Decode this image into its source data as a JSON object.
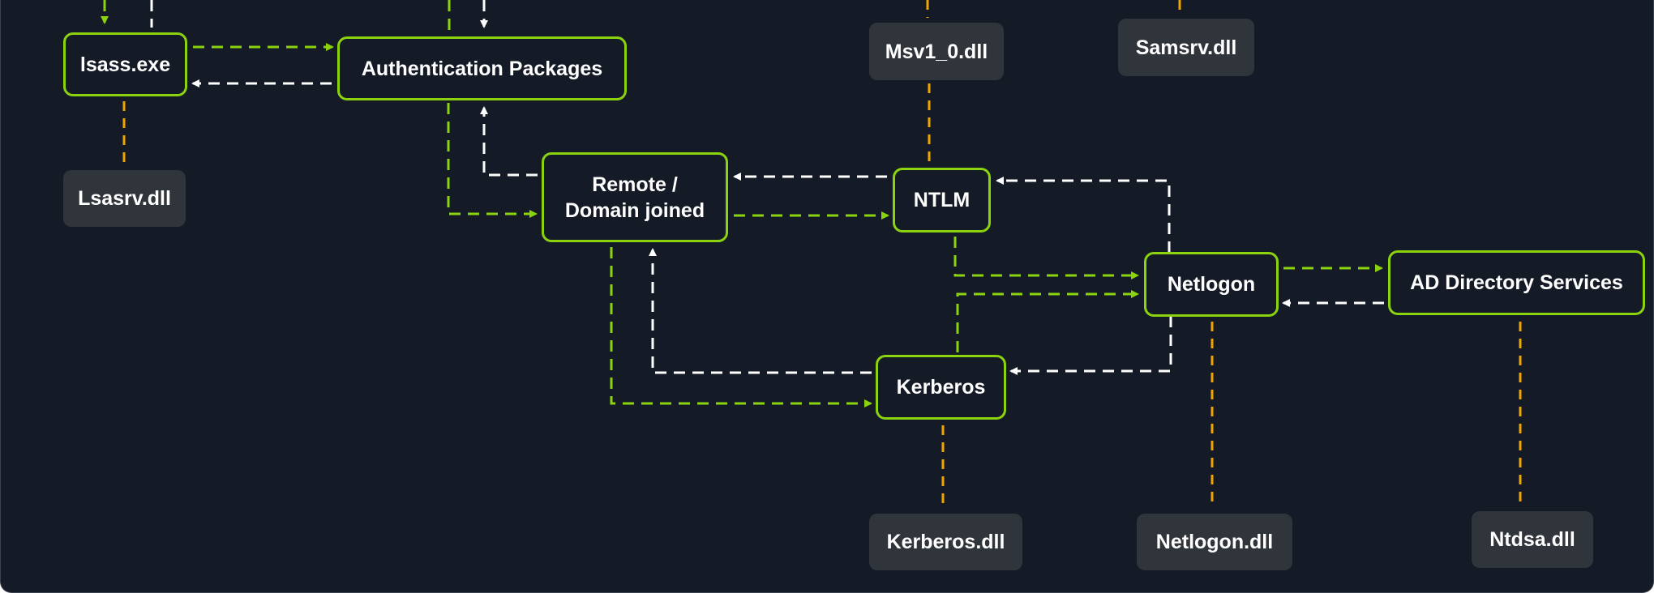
{
  "diagram": {
    "colors": {
      "background": "#141b26",
      "process_border": "#8bd30e",
      "dll_fill": "#30353b",
      "request_arrow": "#8bd30e",
      "response_arrow": "#ffffff",
      "dll_link": "#f0a500",
      "text": "#ffffff"
    },
    "processes": {
      "lsass": "lsass.exe",
      "auth_packages": "Authentication Packages",
      "remote_line1": "Remote /",
      "remote_line2": "Domain joined",
      "ntlm": "NTLM",
      "kerberos": "Kerberos",
      "netlogon": "Netlogon",
      "ad_directory": "AD Directory Services"
    },
    "dlls": {
      "lsasrv": "Lsasrv.dll",
      "msv1": "Msv1_0.dll",
      "samsrv": "Samsrv.dll",
      "kerberos_dll": "Kerberos.dll",
      "netlogon_dll": "Netlogon.dll",
      "ntdsa": "Ntdsa.dll"
    }
  }
}
